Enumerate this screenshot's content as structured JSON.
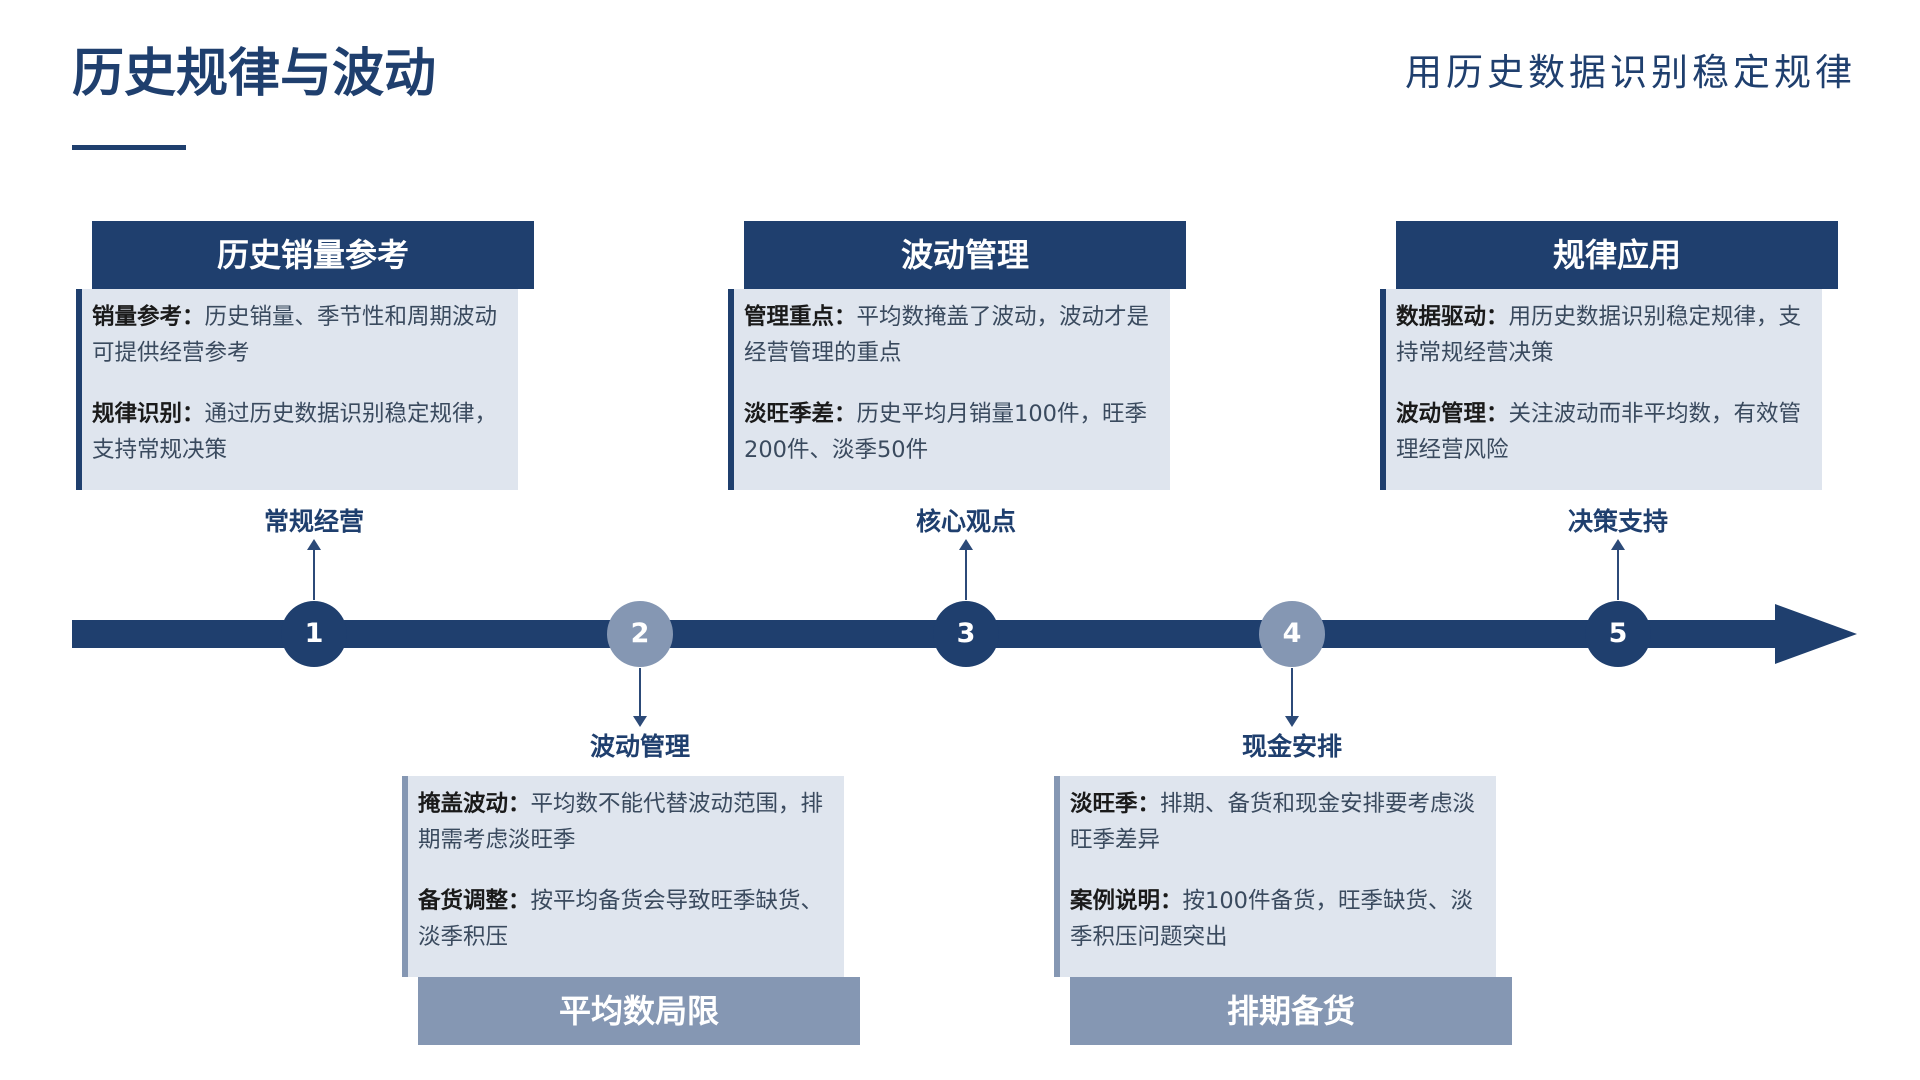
{
  "header": {
    "title": "历史规律与波动",
    "subtitle": "用历史数据识别稳定规律"
  },
  "colors": {
    "primary": "#1f3f6e",
    "secondary": "#8597b3",
    "card_background": "#dfe5ee"
  },
  "timeline": {
    "nodes": [
      "1",
      "2",
      "3",
      "4",
      "5"
    ],
    "point_labels": [
      "常规经营",
      "波动管理",
      "核心观点",
      "现金安排",
      "决策支持"
    ]
  },
  "cards": [
    {
      "title": "历史销量参考",
      "items": [
        {
          "label": "销量参考：",
          "text": "历史销量、季节性和周期波动可提供经营参考"
        },
        {
          "label": "规律识别：",
          "text": "通过历史数据识别稳定规律，支持常规决策"
        }
      ]
    },
    {
      "title": "平均数局限",
      "items": [
        {
          "label": "掩盖波动：",
          "text": "平均数不能代替波动范围，排期需考虑淡旺季"
        },
        {
          "label": "备货调整：",
          "text": "按平均备货会导致旺季缺货、淡季积压"
        }
      ]
    },
    {
      "title": "波动管理",
      "items": [
        {
          "label": "管理重点：",
          "text": "平均数掩盖了波动，波动才是经营管理的重点"
        },
        {
          "label": "淡旺季差：",
          "text": "历史平均月销量100件，旺季200件、淡季50件"
        }
      ]
    },
    {
      "title": "排期备货",
      "items": [
        {
          "label": "淡旺季：",
          "text": "排期、备货和现金安排要考虑淡旺季差异"
        },
        {
          "label": "案例说明：",
          "text": "按100件备货，旺季缺货、淡季积压问题突出"
        }
      ]
    },
    {
      "title": "规律应用",
      "items": [
        {
          "label": "数据驱动：",
          "text": "用历史数据识别稳定规律，支持常规经营决策"
        },
        {
          "label": "波动管理：",
          "text": "关注波动而非平均数，有效管理经营风险"
        }
      ]
    }
  ]
}
